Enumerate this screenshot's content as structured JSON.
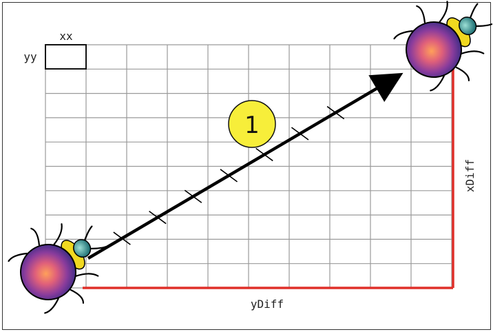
{
  "labels": {
    "cell_width": "xx",
    "cell_height": "yy",
    "horizontal_diff": "yDiff",
    "vertical_diff": "xDiff",
    "step_number": "1"
  },
  "icons": {
    "start_bug": "bug-icon",
    "end_bug": "bug-icon"
  },
  "colors": {
    "grid": "#9a9a9a",
    "path": "#000000",
    "diff_lines": "#e0302a",
    "badge_fill": "#f7ee3a",
    "bug_shell_center": "#ff9a55",
    "bug_shell_edge": "#5b3a9a",
    "bug_collar": "#f0d820",
    "bug_head": "#3fa7a0"
  }
}
